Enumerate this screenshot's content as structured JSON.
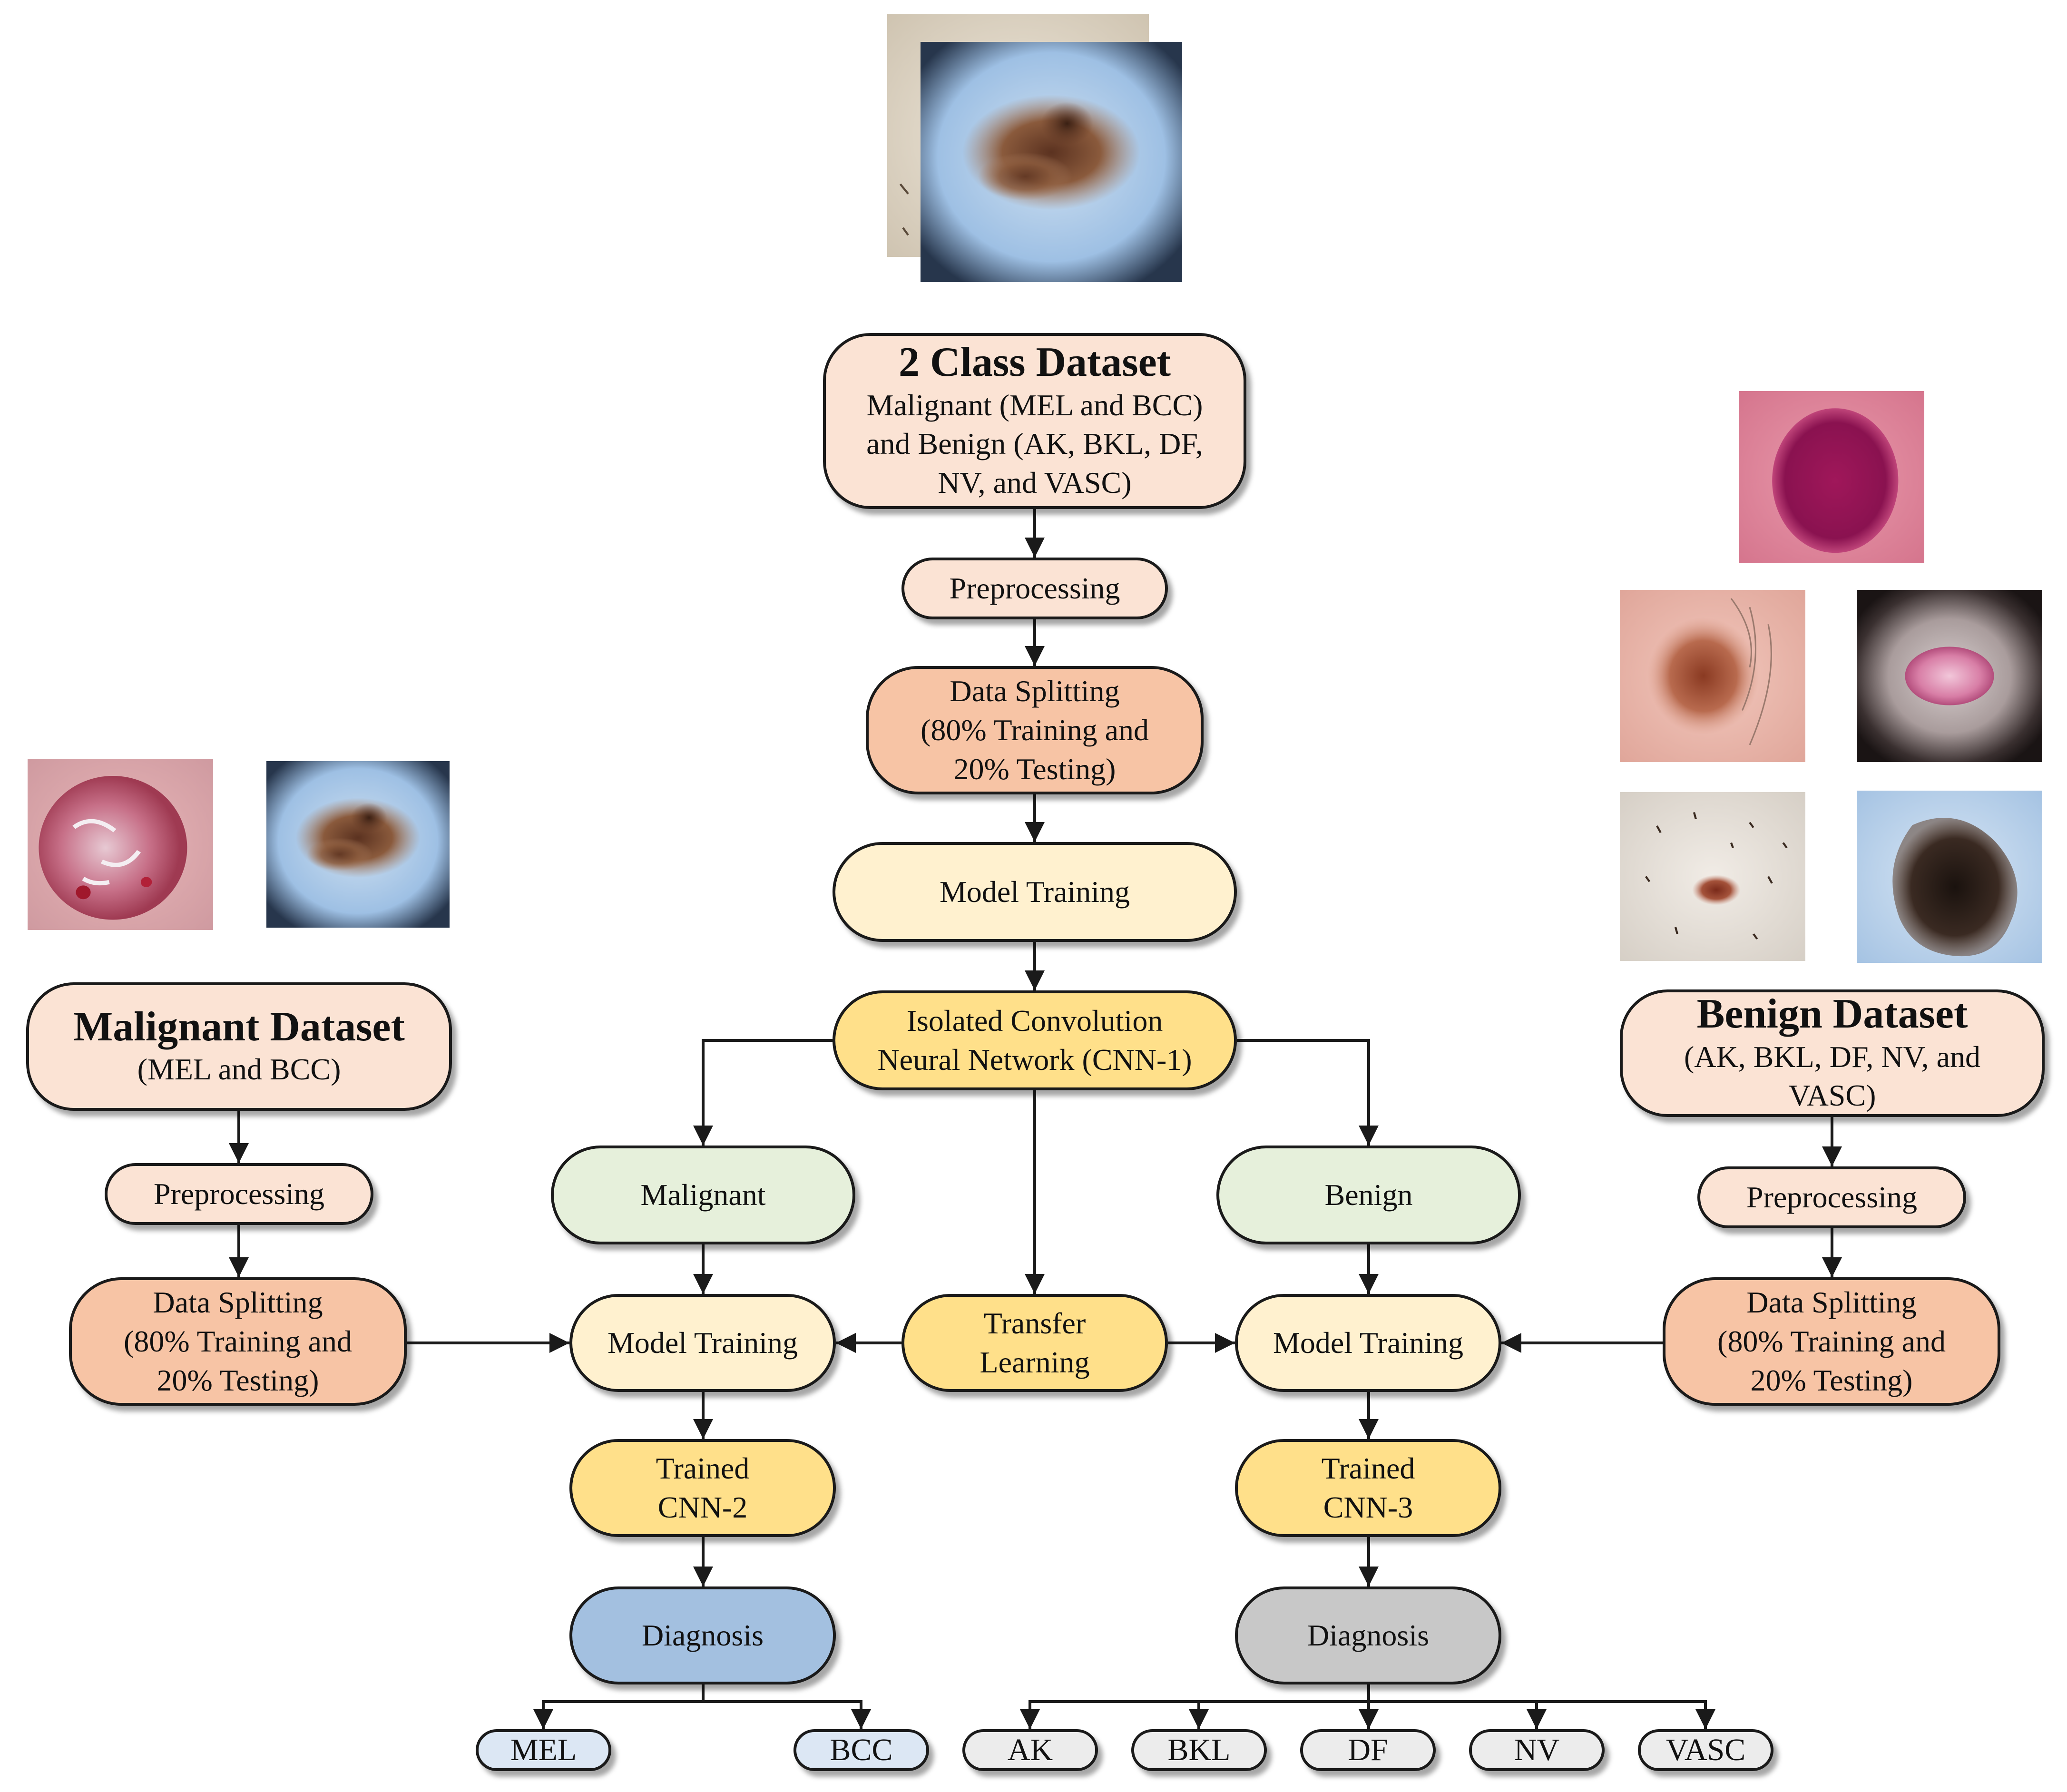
{
  "colors": {
    "dataset": "#fbe3d4",
    "preprocessing": "#fbe3d4",
    "splitting": "#f7c4a5",
    "training": "#fff1cf",
    "cnn": "#ffe08a",
    "class": "#e6f0db",
    "diagnosis_malignant": "#a3c0e0",
    "diagnosis_benign": "#c8c8c8",
    "leaf_malignant": "#dce7f4",
    "leaf_benign": "#ececec",
    "stroke": "#1a1a1a"
  },
  "images": [
    {
      "name": "top-lesion-image-back",
      "kind": "tan"
    },
    {
      "name": "top-lesion-image",
      "kind": "blue-mole"
    },
    {
      "name": "malignant-lesion-image-1",
      "kind": "pink-crust"
    },
    {
      "name": "malignant-lesion-image-2",
      "kind": "blue-mole"
    },
    {
      "name": "benign-lesion-image-1",
      "kind": "magenta"
    },
    {
      "name": "benign-lesion-image-2",
      "kind": "pink-brown"
    },
    {
      "name": "benign-lesion-image-3",
      "kind": "dark-ring"
    },
    {
      "name": "benign-lesion-image-4",
      "kind": "skin-dot"
    },
    {
      "name": "benign-lesion-image-5",
      "kind": "dark-mole"
    }
  ],
  "nodes": [
    {
      "id": "two_class_dataset",
      "name": "two-class-dataset-node",
      "fill": "dataset",
      "title": "2 Class Dataset",
      "text": "Malignant (MEL and BCC)\nand Benign (AK, BKL, DF,\nNV, and VASC)"
    },
    {
      "id": "pre_c",
      "name": "preprocessing-node-center",
      "fill": "preprocessing",
      "text": "Preprocessing"
    },
    {
      "id": "split_c",
      "name": "data-splitting-node-center",
      "fill": "splitting",
      "text": "Data Splitting\n(80% Training and\n20% Testing)"
    },
    {
      "id": "train_c",
      "name": "model-training-node-center",
      "fill": "training",
      "text": "Model Training"
    },
    {
      "id": "cnn1",
      "name": "isolated-cnn-node",
      "fill": "cnn",
      "text": "Isolated Convolution\nNeural Network (CNN-1)"
    },
    {
      "id": "malignant",
      "name": "malignant-class-node",
      "fill": "class",
      "text": "Malignant"
    },
    {
      "id": "benign",
      "name": "benign-class-node",
      "fill": "class",
      "text": "Benign"
    },
    {
      "id": "transfer",
      "name": "transfer-learning-node",
      "fill": "cnn",
      "text": "Transfer\nLearning"
    },
    {
      "id": "mal_dataset",
      "name": "malignant-dataset-node",
      "fill": "dataset",
      "title": "Malignant Dataset",
      "text": "(MEL and BCC)"
    },
    {
      "id": "pre_l",
      "name": "preprocessing-node-left",
      "fill": "preprocessing",
      "text": "Preprocessing"
    },
    {
      "id": "split_l",
      "name": "data-splitting-node-left",
      "fill": "splitting",
      "text": "Data Splitting\n(80% Training and\n20% Testing)"
    },
    {
      "id": "train_l",
      "name": "model-training-node-left",
      "fill": "training",
      "text": "Model Training"
    },
    {
      "id": "cnn2",
      "name": "trained-cnn2-node",
      "fill": "cnn",
      "text": "Trained\nCNN-2"
    },
    {
      "id": "diag_l",
      "name": "diagnosis-node-malignant",
      "fill": "diagnosis_malignant",
      "text": "Diagnosis"
    },
    {
      "id": "ben_dataset",
      "name": "benign-dataset-node",
      "fill": "dataset",
      "title": "Benign Dataset",
      "text": "(AK, BKL, DF, NV, and\nVASC)"
    },
    {
      "id": "pre_r",
      "name": "preprocessing-node-right",
      "fill": "preprocessing",
      "text": "Preprocessing"
    },
    {
      "id": "split_r",
      "name": "data-splitting-node-right",
      "fill": "splitting",
      "text": "Data Splitting\n(80% Training and\n20% Testing)"
    },
    {
      "id": "train_r",
      "name": "model-training-node-right",
      "fill": "training",
      "text": "Model Training"
    },
    {
      "id": "cnn3",
      "name": "trained-cnn3-node",
      "fill": "cnn",
      "text": "Trained\nCNN-3"
    },
    {
      "id": "diag_r",
      "name": "diagnosis-node-benign",
      "fill": "diagnosis_benign",
      "text": "Diagnosis"
    },
    {
      "id": "mel",
      "name": "leaf-mel",
      "fill": "leaf_malignant",
      "leaf": true,
      "text": "MEL"
    },
    {
      "id": "bcc",
      "name": "leaf-bcc",
      "fill": "leaf_malignant",
      "leaf": true,
      "text": "BCC"
    },
    {
      "id": "ak",
      "name": "leaf-ak",
      "fill": "leaf_benign",
      "leaf": true,
      "text": "AK"
    },
    {
      "id": "bkl",
      "name": "leaf-bkl",
      "fill": "leaf_benign",
      "leaf": true,
      "text": "BKL"
    },
    {
      "id": "df",
      "name": "leaf-df",
      "fill": "leaf_benign",
      "leaf": true,
      "text": "DF"
    },
    {
      "id": "nv",
      "name": "leaf-nv",
      "fill": "leaf_benign",
      "leaf": true,
      "text": "NV"
    },
    {
      "id": "vasc",
      "name": "leaf-vasc",
      "fill": "leaf_benign",
      "leaf": true,
      "text": "VASC"
    }
  ],
  "edges": [
    {
      "from": "two_class_dataset",
      "to": "pre_c"
    },
    {
      "from": "pre_c",
      "to": "split_c"
    },
    {
      "from": "split_c",
      "to": "train_c"
    },
    {
      "from": "train_c",
      "to": "cnn1"
    },
    {
      "from": "cnn1",
      "to": "malignant"
    },
    {
      "from": "cnn1",
      "to": "benign"
    },
    {
      "from": "cnn1",
      "to": "transfer"
    },
    {
      "from": "malignant",
      "to": "train_l"
    },
    {
      "from": "benign",
      "to": "train_r"
    },
    {
      "from": "transfer",
      "to": "train_l"
    },
    {
      "from": "transfer",
      "to": "train_r"
    },
    {
      "from": "mal_dataset",
      "to": "pre_l"
    },
    {
      "from": "pre_l",
      "to": "split_l"
    },
    {
      "from": "split_l",
      "to": "train_l"
    },
    {
      "from": "train_l",
      "to": "cnn2"
    },
    {
      "from": "cnn2",
      "to": "diag_l"
    },
    {
      "from": "diag_l",
      "to": "mel"
    },
    {
      "from": "diag_l",
      "to": "bcc"
    },
    {
      "from": "ben_dataset",
      "to": "pre_r"
    },
    {
      "from": "pre_r",
      "to": "split_r"
    },
    {
      "from": "split_r",
      "to": "train_r"
    },
    {
      "from": "train_r",
      "to": "cnn3"
    },
    {
      "from": "cnn3",
      "to": "diag_r"
    },
    {
      "from": "diag_r",
      "to": "ak"
    },
    {
      "from": "diag_r",
      "to": "bkl"
    },
    {
      "from": "diag_r",
      "to": "df"
    },
    {
      "from": "diag_r",
      "to": "nv"
    },
    {
      "from": "diag_r",
      "to": "vasc"
    }
  ]
}
